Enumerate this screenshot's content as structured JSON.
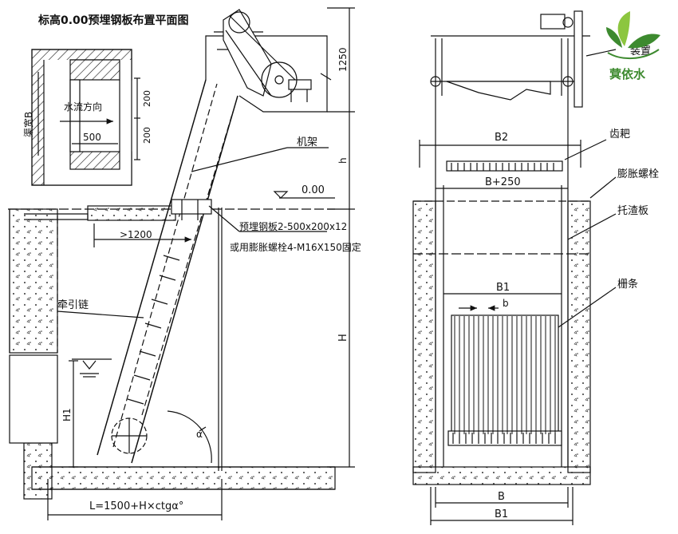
{
  "left_view": {
    "plan_title": "标高0.00预埋钢板布置平面图",
    "flow_direction": "水流方向",
    "channel_width": "渠宽B",
    "dim_500": "500",
    "dim_200_a": "200",
    "dim_200_b": "200",
    "dim_1250": "1250",
    "dim_h": "h",
    "dim_H": "H",
    "dim_H1": "H1",
    "label_frame": "机架",
    "elevation_000": "0.00",
    "dim_1200": ">1200",
    "embedded_plate": "预埋钢板2-500x200x12",
    "expansion_bolt_note": "或用膨胀螺栓4-M16X150固定",
    "label_chain": "牵引链",
    "length_formula": "L=1500+H×ctgα°",
    "angle_symbol": "α"
  },
  "right_view": {
    "label_device": "装置",
    "label_teeth_rake": "齿耙",
    "label_expansion_bolt": "膨胀螺栓",
    "label_slag_plate": "托渣板",
    "label_grid_bar": "栅条",
    "dim_B2": "B2",
    "dim_B250": "B+250",
    "dim_B1_top": "B1",
    "dim_b": "b",
    "dim_B": "B",
    "dim_B1_bottom": "B1"
  },
  "logo": {
    "text": "蓂依水",
    "colors": {
      "leaf_dark": "#3d8a2f",
      "leaf_light": "#8cc63f"
    }
  },
  "colors": {
    "line": "#111111",
    "background": "#ffffff"
  }
}
